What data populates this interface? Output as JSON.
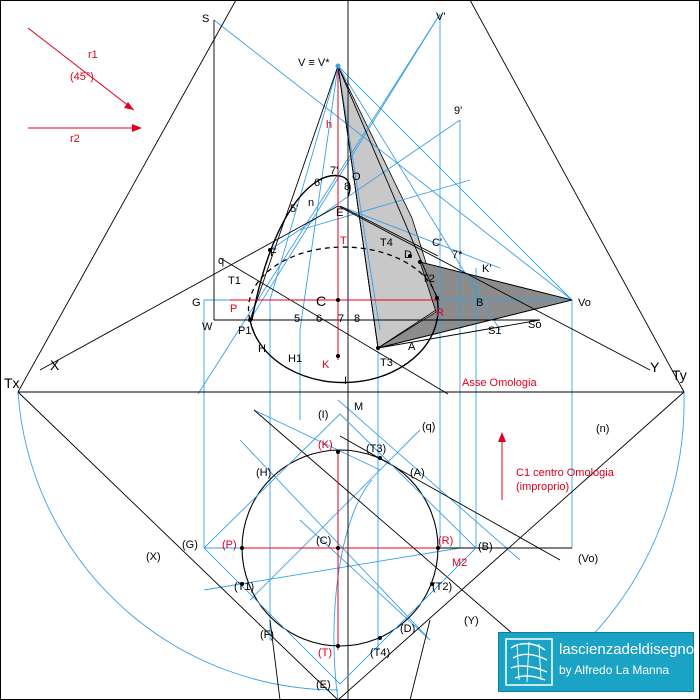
{
  "colors": {
    "construction": "#3aa0e6",
    "ink": "#000000",
    "accent": "#e0001b",
    "shadow_light": "#c8c8c8",
    "shadow_dark": "#7a7a7a",
    "brand": "#1aa3c4"
  },
  "labels": {
    "S": "S",
    "V_prime": "V'",
    "V_equiv": "V ≡ V*",
    "h": "h",
    "nine_prime": "9'",
    "O": "O",
    "seven_prime": "7'",
    "six_prime": "6'",
    "eight": "8",
    "five_prime": "5'",
    "n": "n",
    "E": "E",
    "T": "T",
    "C_prime": "C'",
    "T4": "T4",
    "D": "D",
    "seven_star": "7*",
    "K_prime": "K'",
    "q": "q",
    "F": "F",
    "T1": "T1",
    "T2": "T2",
    "G": "G",
    "P": "P",
    "C": "C",
    "B": "B",
    "Vo": "Vo",
    "R": "R",
    "S1": "S1",
    "So": "So",
    "W": "W",
    "P1": "P1",
    "five": "5",
    "six": "6",
    "seven": "7",
    "eight_b": "8",
    "H": "H",
    "H1": "H1",
    "A": "A",
    "K": "K",
    "T3": "T3",
    "I": "I",
    "X": "X",
    "Y": "Y",
    "Tx": "Tx",
    "Ty": "Ty",
    "M": "M",
    "pI": "(I)",
    "pq": "(q)",
    "pn": "(n)",
    "pK": "(K)",
    "pT3": "(T3)",
    "pA": "(A)",
    "pH": "(H)",
    "pG": "(G)",
    "pP": "(P)",
    "pC": "(C)",
    "pR": "(R)",
    "pB": "(B)",
    "pVo": "(Vo)",
    "pX": "(X)",
    "M2": "M2",
    "pT1": "(T1)",
    "pT2": "(T2)",
    "pY": "(Y)",
    "pF": "(F)",
    "pD": "(D)",
    "pT": "(T)",
    "pT4": "(T4)",
    "pE": "(E)"
  },
  "notes": {
    "r1": "r1",
    "r1_angle": "(45°)",
    "r2": "r2",
    "axis": "Asse Omologia",
    "center_line1": "C1 centro Omologia",
    "center_line2": "(improprio)"
  },
  "brand": {
    "name": "lascienzadeldisegno",
    "author": "by Alfredo La Manna"
  }
}
